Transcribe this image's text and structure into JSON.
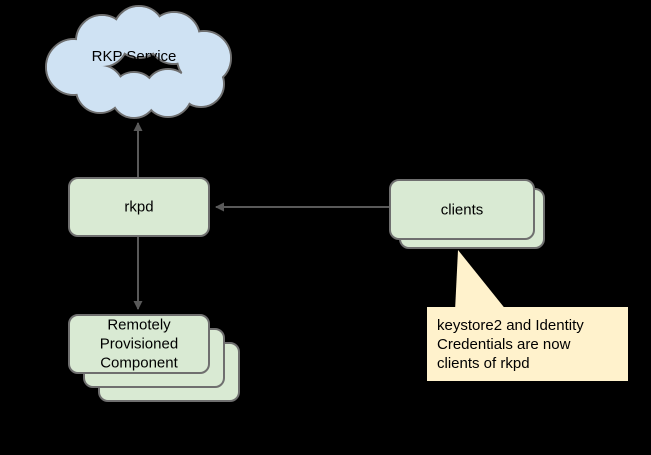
{
  "diagram": {
    "title_hint": "rkpd architecture diagram",
    "background": "#000000",
    "colors": {
      "cloud_fill": "#cfe2f3",
      "box_fill": "#d9ead3",
      "callout_fill": "#fff2cc",
      "border": "#6f6f6f",
      "connector": "#595959",
      "text": "#000000"
    },
    "nodes": {
      "rkp_service": {
        "label": "RKP Service",
        "shape": "cloud"
      },
      "rkpd": {
        "label": "rkpd",
        "shape": "rounded-box"
      },
      "clients": {
        "label": "clients",
        "shape": "stacked-box",
        "stack_count": 2
      },
      "provisioned_component": {
        "label": "Remotely Provisioned Component",
        "shape": "stacked-box",
        "stack_count": 3
      }
    },
    "connectors": [
      {
        "from": "rkpd",
        "to": "rkp_service",
        "arrow_at": "rkp_service"
      },
      {
        "from": "clients",
        "to": "rkpd",
        "arrow_at": "rkpd"
      },
      {
        "from": "rkpd",
        "to": "provisioned_component",
        "arrow_at": "provisioned_component"
      }
    ],
    "callout": {
      "text": "keystore2 and Identity Credentials are now clients of rkpd",
      "points_to": "clients"
    }
  }
}
